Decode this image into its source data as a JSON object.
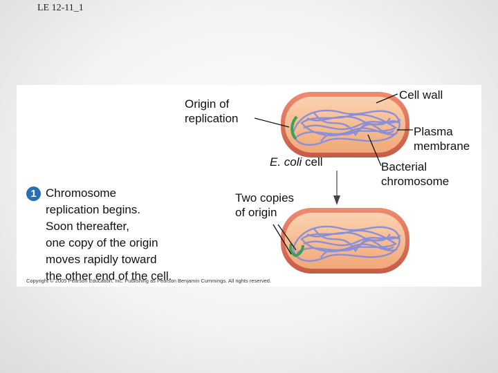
{
  "slide": {
    "title": "LE 12-11_1"
  },
  "labels": {
    "origin_line1": "Origin of",
    "origin_line2": "replication",
    "ecoli_italic": "E. coli",
    "ecoli_rest": " cell",
    "two_copies_line1": "Two copies",
    "two_copies_line2": "of origin",
    "cell_wall": "Cell wall",
    "plasma_line1": "Plasma",
    "plasma_line2": "membrane",
    "bact_line1": "Bacterial",
    "bact_line2": "chromosome"
  },
  "step": {
    "number": "1",
    "lines": [
      "Chromosome",
      "replication begins.",
      "Soon thereafter,",
      "one copy of the origin",
      "moves rapidly toward",
      "the other end of the cell."
    ]
  },
  "copyright": "Copyright © 2005 Pearson Education, Inc. Publishing as Pearson Benjamin Cummings. All rights reserved.",
  "colors": {
    "cell_wall": "#e2725b",
    "cytoplasm": "#f5b892",
    "chromosome": "#8a8fd6",
    "origin": "#3aa05a",
    "step_badge": "#2a6fb3"
  }
}
